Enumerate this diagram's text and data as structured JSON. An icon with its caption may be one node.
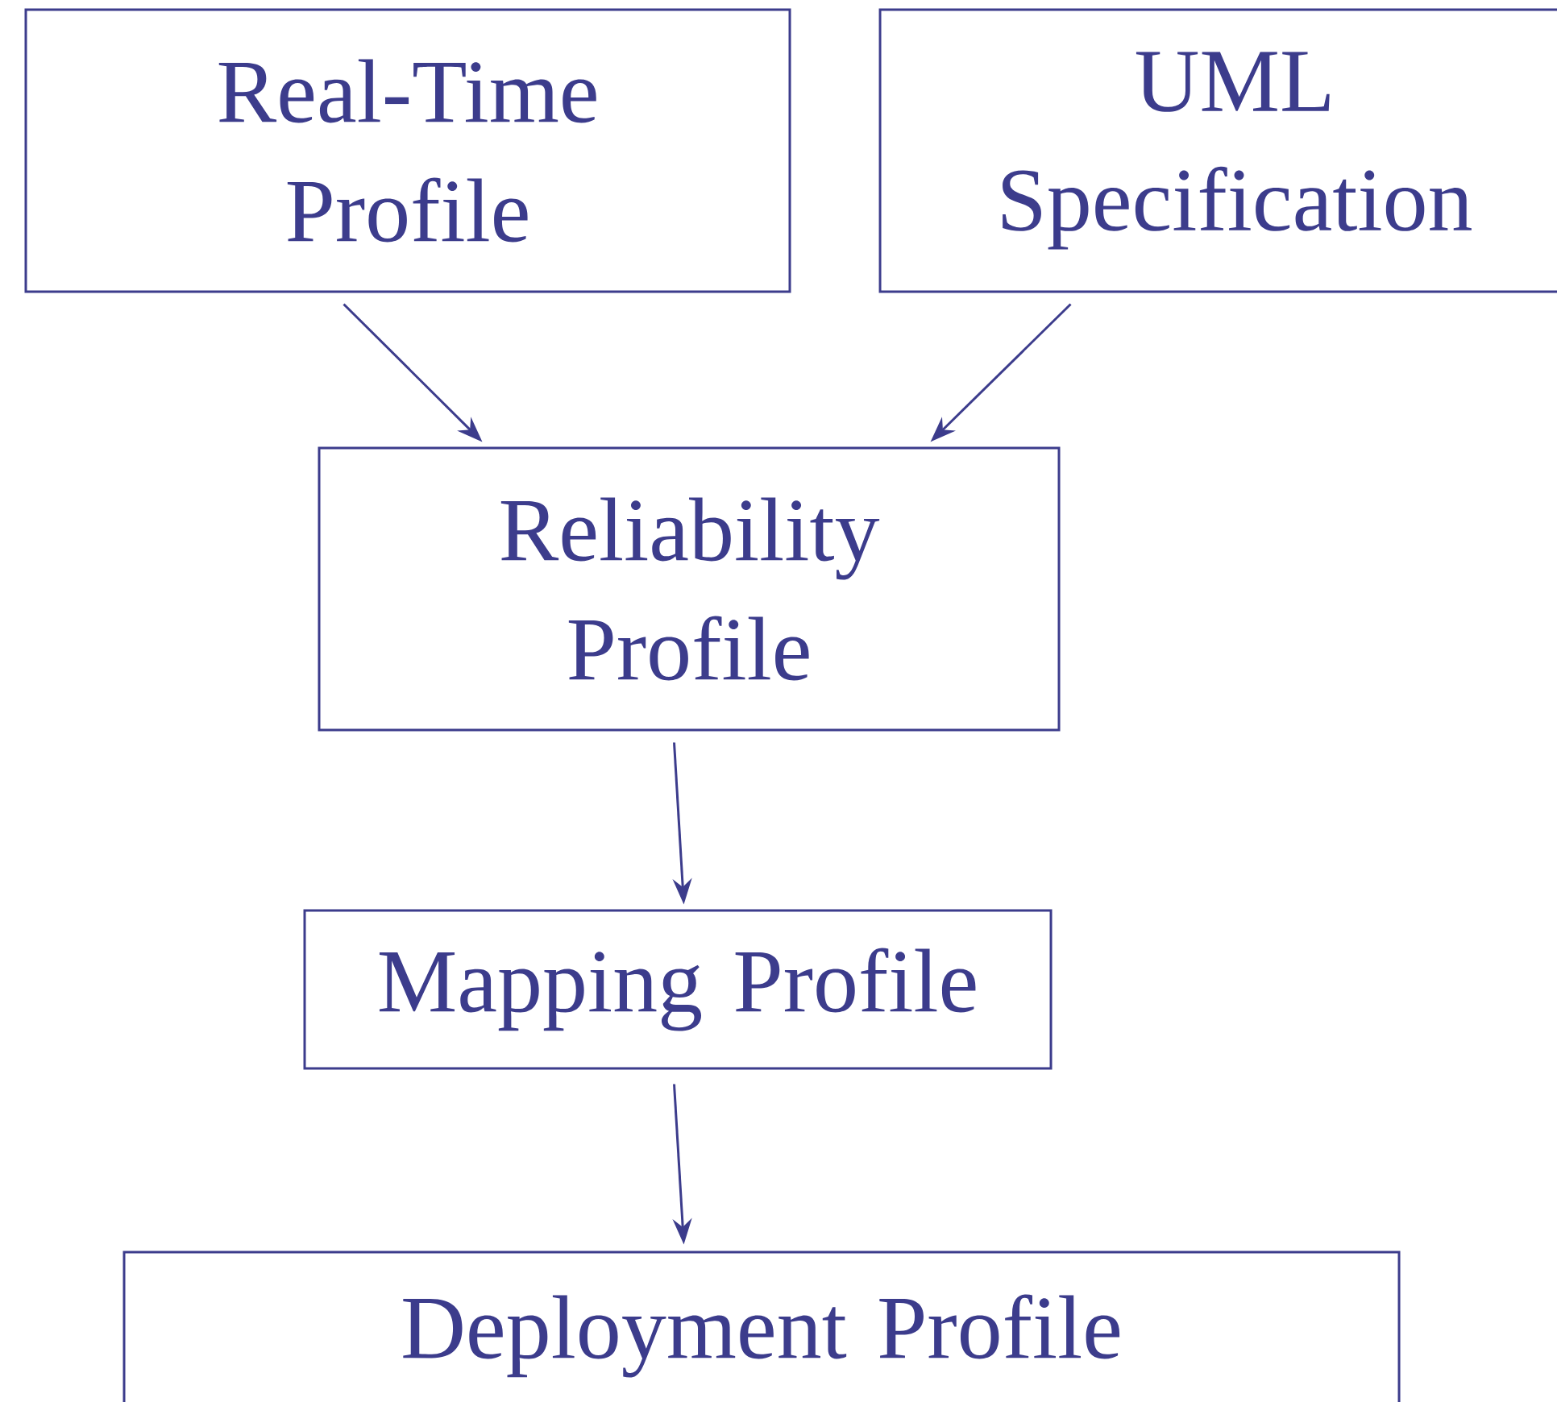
{
  "diagram": {
    "nodes": [
      {
        "text": [
          "Real-Time Profile"
        ]
      },
      {
        "text": [
          "UML Specification"
        ]
      },
      {
        "text": [
          "Reliability Profile"
        ]
      },
      {
        "text": [
          "Mapping Profile"
        ]
      },
      {
        "text": [
          "Deployment Profile"
        ]
      }
    ],
    "edges": [
      {
        "from": 0,
        "to": 2,
        "arrow": "to"
      },
      {
        "from": 1,
        "to": 2,
        "arrow": "to"
      },
      {
        "from": 2,
        "to": 3,
        "arrow": "to"
      },
      {
        "from": 3,
        "to": 4,
        "arrow": "to"
      }
    ]
  }
}
